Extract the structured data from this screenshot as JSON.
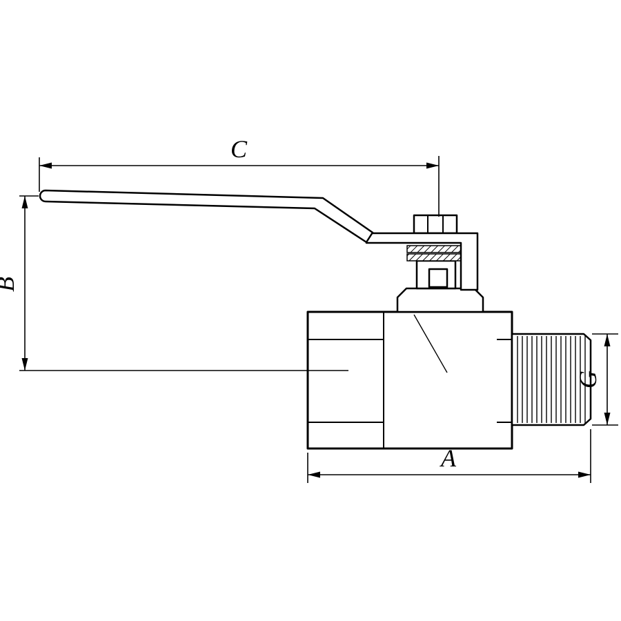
{
  "page": {
    "background_color": "#ffffff"
  },
  "drawing": {
    "subject": "ball-valve-with-lever-handle-side-view",
    "line_color": "#000000",
    "labels": {
      "c": "C",
      "b": "B",
      "a": "A",
      "g": "G"
    }
  }
}
